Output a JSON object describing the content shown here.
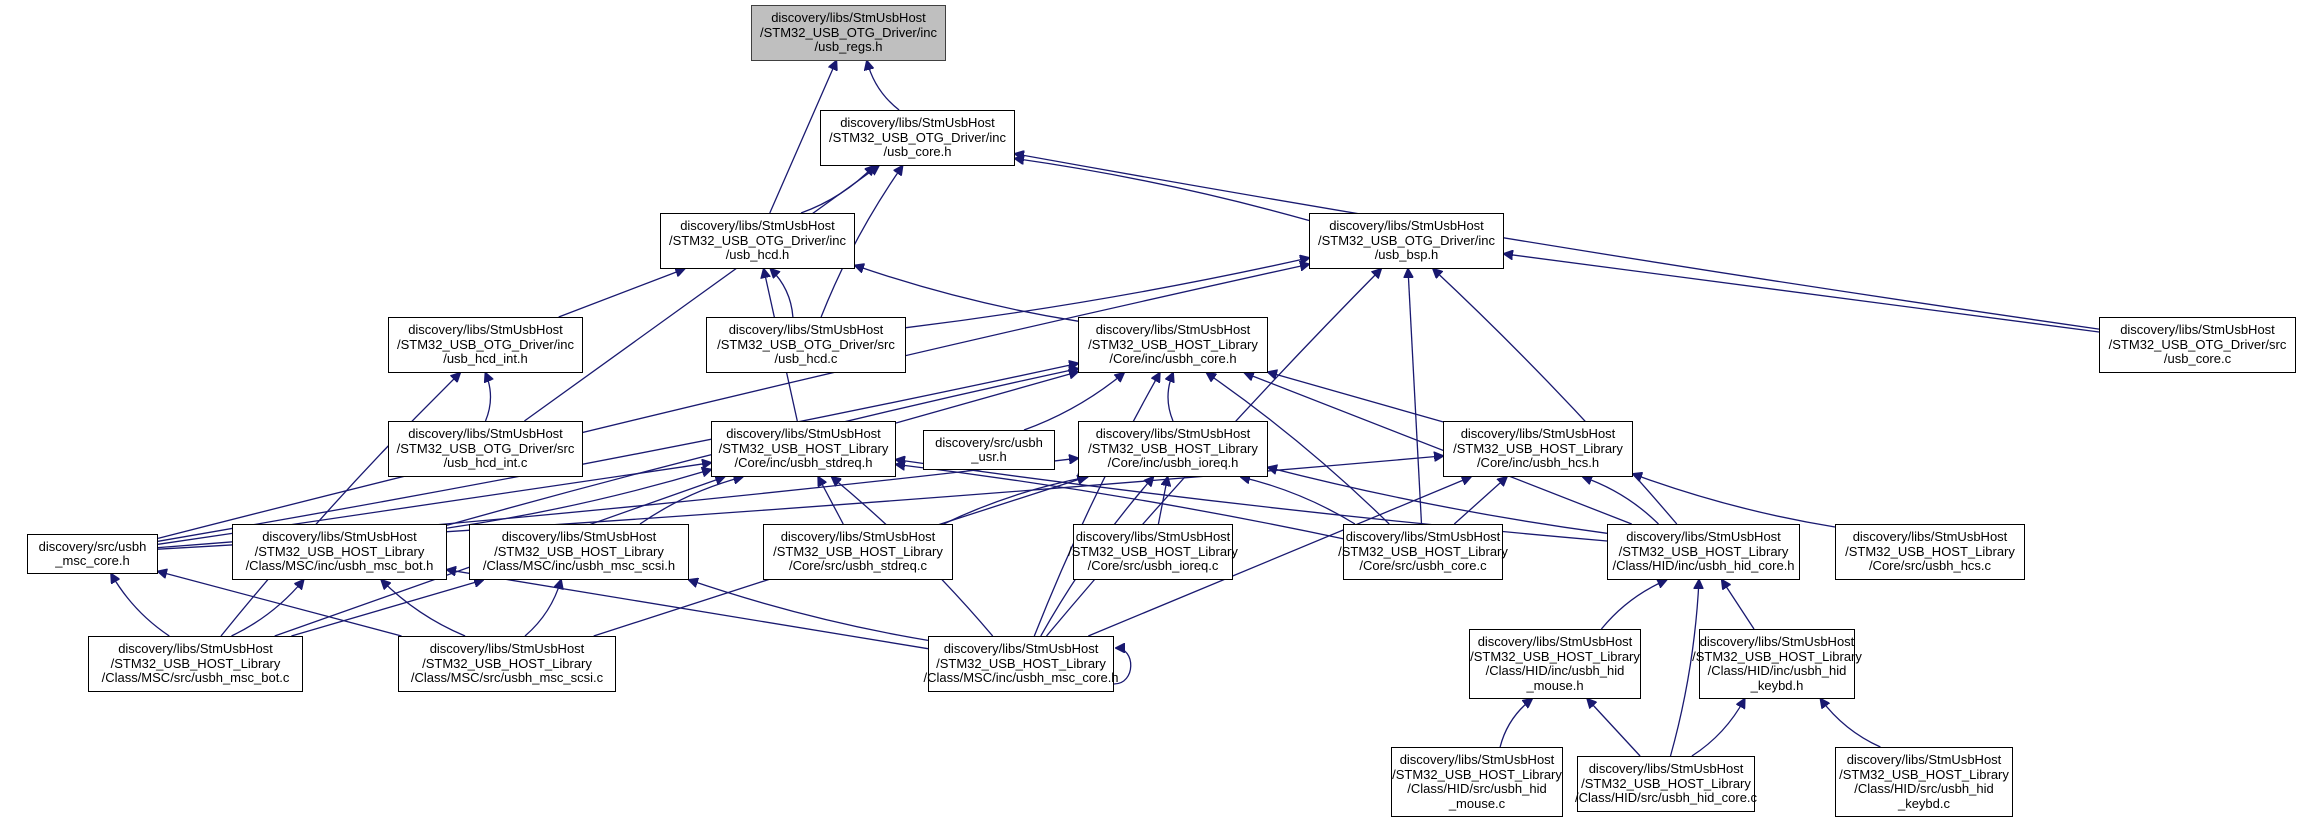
{
  "title": "Include dependency graph (included by) for usb_regs.h",
  "colors": {
    "edge": "#191970",
    "root_fill": "#bfbfbf",
    "node_fill": "#ffffff",
    "node_border": "#000000"
  },
  "nodes": [
    {
      "id": "usb_regs_h",
      "root": true,
      "label": "discovery/libs/StmUsbHost\n/STM32_USB_OTG_Driver/inc\n/usb_regs.h"
    },
    {
      "id": "usb_core_h",
      "label": "discovery/libs/StmUsbHost\n/STM32_USB_OTG_Driver/inc\n/usb_core.h"
    },
    {
      "id": "usb_hcd_h",
      "label": "discovery/libs/StmUsbHost\n/STM32_USB_OTG_Driver/inc\n/usb_hcd.h"
    },
    {
      "id": "usb_bsp_h",
      "label": "discovery/libs/StmUsbHost\n/STM32_USB_OTG_Driver/inc\n/usb_bsp.h"
    },
    {
      "id": "usb_hcd_int_h",
      "label": "discovery/libs/StmUsbHost\n/STM32_USB_OTG_Driver/inc\n/usb_hcd_int.h"
    },
    {
      "id": "usb_hcd_c",
      "label": "discovery/libs/StmUsbHost\n/STM32_USB_OTG_Driver/src\n/usb_hcd.c"
    },
    {
      "id": "usbh_core_h",
      "label": "discovery/libs/StmUsbHost\n/STM32_USB_HOST_Library\n/Core/inc/usbh_core.h"
    },
    {
      "id": "usb_core_c",
      "label": "discovery/libs/StmUsbHost\n/STM32_USB_OTG_Driver/src\n/usb_core.c"
    },
    {
      "id": "usb_hcd_int_c",
      "label": "discovery/libs/StmUsbHost\n/STM32_USB_OTG_Driver/src\n/usb_hcd_int.c"
    },
    {
      "id": "usbh_stdreq_h",
      "label": "discovery/libs/StmUsbHost\n/STM32_USB_HOST_Library\n/Core/inc/usbh_stdreq.h"
    },
    {
      "id": "usbh_usr_h",
      "label": "discovery/src/usbh\n_usr.h"
    },
    {
      "id": "usbh_ioreq_h",
      "label": "discovery/libs/StmUsbHost\n/STM32_USB_HOST_Library\n/Core/inc/usbh_ioreq.h"
    },
    {
      "id": "usbh_hcs_h",
      "label": "discovery/libs/StmUsbHost\n/STM32_USB_HOST_Library\n/Core/inc/usbh_hcs.h"
    },
    {
      "id": "disc_usbh_msc_core_h",
      "label": "discovery/src/usbh\n_msc_core.h"
    },
    {
      "id": "usbh_msc_bot_h",
      "label": "discovery/libs/StmUsbHost\n/STM32_USB_HOST_Library\n/Class/MSC/inc/usbh_msc_bot.h"
    },
    {
      "id": "usbh_msc_scsi_h",
      "label": "discovery/libs/StmUsbHost\n/STM32_USB_HOST_Library\n/Class/MSC/inc/usbh_msc_scsi.h"
    },
    {
      "id": "usbh_stdreq_c",
      "label": "discovery/libs/StmUsbHost\n/STM32_USB_HOST_Library\n/Core/src/usbh_stdreq.c"
    },
    {
      "id": "usbh_ioreq_c",
      "label": "discovery/libs/StmUsbHost\n/STM32_USB_HOST_Library\n/Core/src/usbh_ioreq.c"
    },
    {
      "id": "usbh_core_c",
      "label": "discovery/libs/StmUsbHost\n/STM32_USB_HOST_Library\n/Core/src/usbh_core.c"
    },
    {
      "id": "usbh_hid_core_h",
      "label": "discovery/libs/StmUsbHost\n/STM32_USB_HOST_Library\n/Class/HID/inc/usbh_hid_core.h"
    },
    {
      "id": "usbh_hcs_c",
      "label": "discovery/libs/StmUsbHost\n/STM32_USB_HOST_Library\n/Core/src/usbh_hcs.c"
    },
    {
      "id": "usbh_msc_bot_c",
      "label": "discovery/libs/StmUsbHost\n/STM32_USB_HOST_Library\n/Class/MSC/src/usbh_msc_bot.c"
    },
    {
      "id": "usbh_msc_scsi_c",
      "label": "discovery/libs/StmUsbHost\n/STM32_USB_HOST_Library\n/Class/MSC/src/usbh_msc_scsi.c"
    },
    {
      "id": "usbh_msc_core_h",
      "label": "discovery/libs/StmUsbHost\n/STM32_USB_HOST_Library\n/Class/MSC/inc/usbh_msc_core.h"
    },
    {
      "id": "usbh_hid_mouse_h",
      "label": "discovery/libs/StmUsbHost\n/STM32_USB_HOST_Library\n/Class/HID/inc/usbh_hid\n_mouse.h"
    },
    {
      "id": "usbh_hid_keybd_h",
      "label": "discovery/libs/StmUsbHost\n/STM32_USB_HOST_Library\n/Class/HID/inc/usbh_hid\n_keybd.h"
    },
    {
      "id": "usbh_hid_mouse_c",
      "label": "discovery/libs/StmUsbHost\n/STM32_USB_HOST_Library\n/Class/HID/src/usbh_hid\n_mouse.c"
    },
    {
      "id": "usbh_hid_core_c",
      "label": "discovery/libs/StmUsbHost\n/STM32_USB_HOST_Library\n/Class/HID/src/usbh_hid_core.c"
    },
    {
      "id": "usbh_hid_keybd_c",
      "label": "discovery/libs/StmUsbHost\n/STM32_USB_HOST_Library\n/Class/HID/src/usbh_hid\n_keybd.c"
    }
  ],
  "edges": [
    [
      "usb_core_h",
      "usb_regs_h"
    ],
    [
      "usb_hcd_h",
      "usb_regs_h"
    ],
    [
      "usb_hcd_h",
      "usb_core_h"
    ],
    [
      "usb_hcd_c",
      "usb_core_h"
    ],
    [
      "usb_hcd_int_c",
      "usb_core_h"
    ],
    [
      "usb_bsp_h",
      "usb_core_h"
    ],
    [
      "usb_core_c",
      "usb_core_h"
    ],
    [
      "usb_hcd_int_h",
      "usb_hcd_h"
    ],
    [
      "usb_hcd_c",
      "usb_hcd_h"
    ],
    [
      "usbh_core_h",
      "usb_hcd_h"
    ],
    [
      "usbh_stdreq_h",
      "usb_hcd_h"
    ],
    [
      "usb_hcd_c",
      "usb_bsp_h"
    ],
    [
      "disc_usbh_msc_core_h",
      "usb_bsp_h"
    ],
    [
      "usbh_core_c",
      "usb_bsp_h"
    ],
    [
      "usbh_hid_core_h",
      "usb_bsp_h"
    ],
    [
      "usbh_msc_core_h",
      "usb_bsp_h"
    ],
    [
      "usb_core_c",
      "usb_bsp_h"
    ],
    [
      "usb_hcd_int_c",
      "usb_hcd_int_h"
    ],
    [
      "usbh_msc_bot_c",
      "usb_hcd_int_h"
    ],
    [
      "usbh_stdreq_h",
      "usbh_core_h"
    ],
    [
      "usbh_usr_h",
      "usbh_core_h"
    ],
    [
      "usbh_ioreq_h",
      "usbh_core_h"
    ],
    [
      "usbh_hcs_h",
      "usbh_core_h"
    ],
    [
      "usbh_core_c",
      "usbh_core_h"
    ],
    [
      "usbh_msc_core_h",
      "usbh_core_h"
    ],
    [
      "usbh_hid_core_h",
      "usbh_core_h"
    ],
    [
      "disc_usbh_msc_core_h",
      "usbh_core_h"
    ],
    [
      "usbh_msc_bot_h",
      "usbh_core_h"
    ],
    [
      "disc_usbh_msc_core_h",
      "usbh_stdreq_h"
    ],
    [
      "usbh_msc_bot_h",
      "usbh_stdreq_h"
    ],
    [
      "usbh_msc_scsi_h",
      "usbh_stdreq_h"
    ],
    [
      "usbh_stdreq_c",
      "usbh_stdreq_h"
    ],
    [
      "usbh_msc_core_h",
      "usbh_stdreq_h"
    ],
    [
      "usbh_hid_core_h",
      "usbh_stdreq_h"
    ],
    [
      "usbh_msc_bot_c",
      "usbh_stdreq_h"
    ],
    [
      "usbh_core_c",
      "usbh_stdreq_h"
    ],
    [
      "usbh_stdreq_c",
      "usbh_ioreq_h"
    ],
    [
      "usbh_ioreq_c",
      "usbh_ioreq_h"
    ],
    [
      "usbh_core_c",
      "usbh_ioreq_h"
    ],
    [
      "usbh_msc_core_h",
      "usbh_ioreq_h"
    ],
    [
      "usbh_msc_scsi_c",
      "usbh_ioreq_h"
    ],
    [
      "disc_usbh_msc_core_h",
      "usbh_ioreq_h"
    ],
    [
      "usbh_hid_core_h",
      "usbh_ioreq_h"
    ],
    [
      "usbh_core_c",
      "usbh_hcs_h"
    ],
    [
      "usbh_hid_core_h",
      "usbh_hcs_h"
    ],
    [
      "usbh_hcs_c",
      "usbh_hcs_h"
    ],
    [
      "usbh_msc_core_h",
      "usbh_hcs_h"
    ],
    [
      "disc_usbh_msc_core_h",
      "usbh_hcs_h"
    ],
    [
      "usbh_msc_bot_c",
      "disc_usbh_msc_core_h"
    ],
    [
      "usbh_msc_scsi_c",
      "disc_usbh_msc_core_h"
    ],
    [
      "usbh_msc_bot_c",
      "usbh_msc_bot_h"
    ],
    [
      "usbh_msc_scsi_c",
      "usbh_msc_bot_h"
    ],
    [
      "usbh_msc_core_h",
      "usbh_msc_bot_h"
    ],
    [
      "usbh_msc_scsi_c",
      "usbh_msc_scsi_h"
    ],
    [
      "usbh_msc_core_h",
      "usbh_msc_scsi_h"
    ],
    [
      "usbh_msc_bot_c",
      "usbh_msc_scsi_h"
    ],
    [
      "usbh_msc_core_h",
      "usbh_msc_core_h"
    ],
    [
      "usbh_hid_mouse_h",
      "usbh_hid_core_h"
    ],
    [
      "usbh_hid_keybd_h",
      "usbh_hid_core_h"
    ],
    [
      "usbh_hid_core_c",
      "usbh_hid_core_h"
    ],
    [
      "usbh_hid_mouse_c",
      "usbh_hid_mouse_h"
    ],
    [
      "usbh_hid_core_c",
      "usbh_hid_mouse_h"
    ],
    [
      "usbh_hid_core_c",
      "usbh_hid_keybd_h"
    ],
    [
      "usbh_hid_keybd_c",
      "usbh_hid_keybd_h"
    ]
  ]
}
